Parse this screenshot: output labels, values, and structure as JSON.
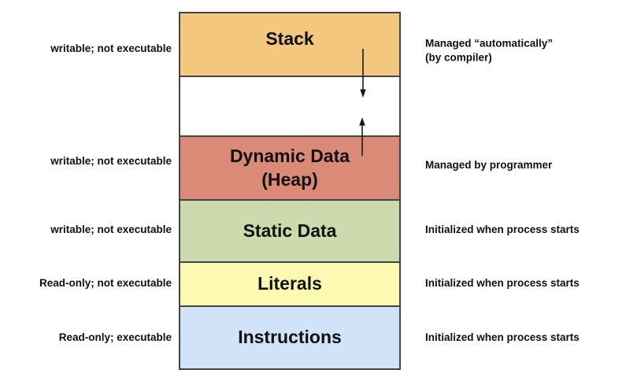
{
  "diagram": {
    "name": "process-memory-segments",
    "background": "#ffffff",
    "border_color": "#444444",
    "arrow_color": "#1a1a1a"
  },
  "segments": [
    {
      "label": "Stack",
      "color": "#F4C77F",
      "left_note": "writable; not executable",
      "right_note": "Managed “automatically”",
      "right_note_line2": "(by compiler)"
    },
    {
      "label": "",
      "color": "#FFFFFF",
      "left_note": "",
      "right_note": ""
    },
    {
      "label": "Dynamic Data",
      "label_line2": "(Heap)",
      "color": "#DB8A78",
      "left_note": "writable; not executable",
      "right_note": "Managed by programmer"
    },
    {
      "label": "Static Data",
      "color": "#CDDAAD",
      "left_note": "writable; not executable",
      "right_note": "Initialized when process starts"
    },
    {
      "label": "Literals",
      "color": "#FBF9B2",
      "left_note": "Read-only; not executable",
      "right_note": "Initialized when process starts"
    },
    {
      "label": "Instructions",
      "color": "#D0E3F8",
      "left_note": "Read-only; executable",
      "right_note": "Initialized when process starts"
    }
  ],
  "arrows": [
    {
      "name": "stack-grows-down",
      "direction": "down"
    },
    {
      "name": "heap-grows-up",
      "direction": "up"
    }
  ]
}
